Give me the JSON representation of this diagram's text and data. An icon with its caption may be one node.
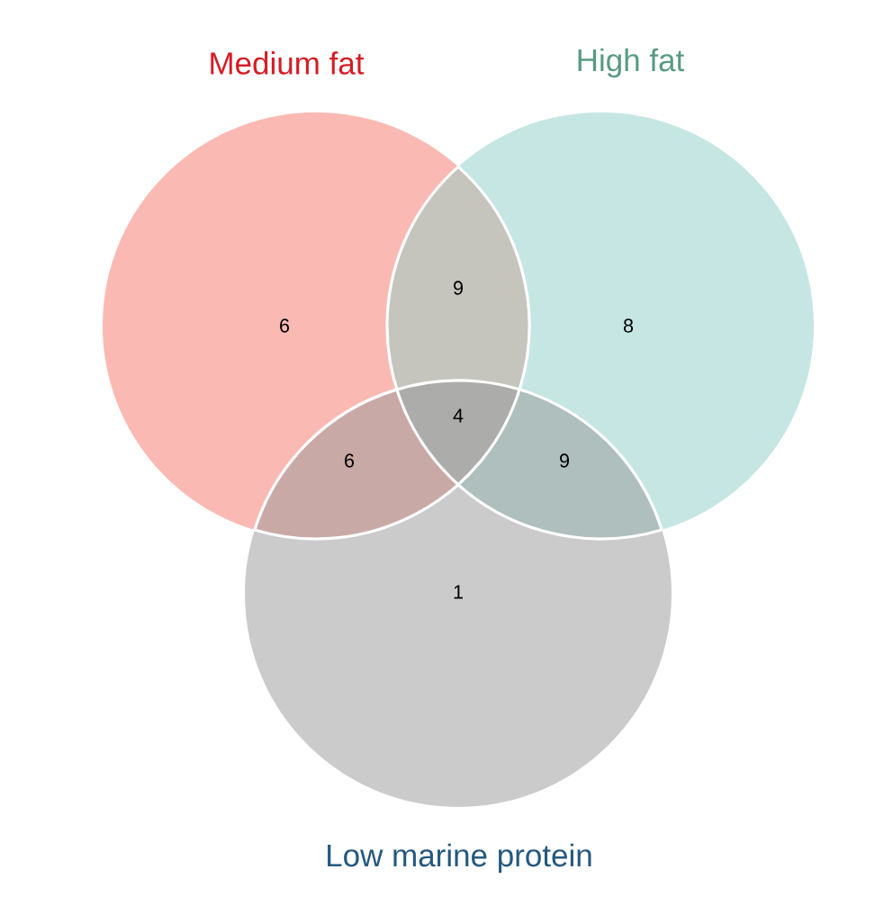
{
  "diagram": {
    "nodes": [
      {
        "text": [
          "Medium fat"
        ]
      },
      {
        "text": [
          "High fat"
        ]
      },
      {
        "text": [
          "Low marine protein"
        ]
      }
    ],
    "labels": [
      "9",
      "6",
      "8",
      "4",
      "6",
      "9",
      "1"
    ]
  }
}
